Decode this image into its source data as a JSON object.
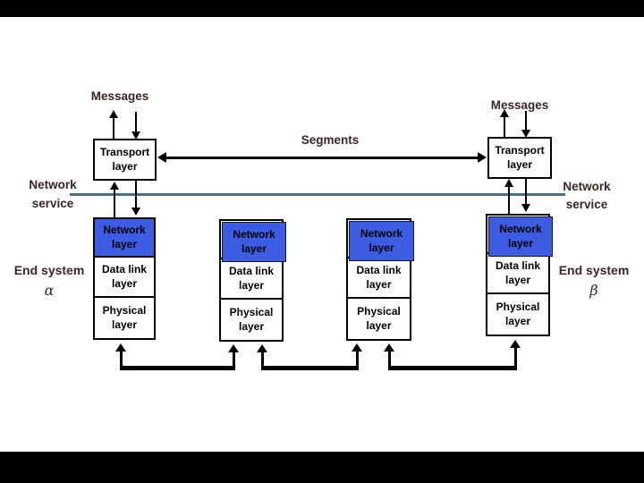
{
  "slide": {
    "messages_left": "Messages",
    "messages_right": "Messages",
    "segments": "Segments",
    "network_service_left": {
      "line1": "Network",
      "line2": "service"
    },
    "network_service_right": {
      "line1": "Network",
      "line2": "service"
    },
    "end_system_left": {
      "label": "End system",
      "symbol": "α"
    },
    "end_system_right": {
      "label": "End system",
      "symbol": "β"
    },
    "transport_left": "Transport layer",
    "transport_right": "Transport layer",
    "stacks": {
      "end_system_a": [
        "Network layer",
        "Data link layer",
        "Physical layer"
      ],
      "router_a": [
        "Network layer",
        "Data link layer",
        "Physical layer"
      ],
      "router_b": [
        "Network layer",
        "Data link layer",
        "Physical layer"
      ],
      "end_system_b": [
        "Network layer",
        "Data link layer",
        "Physical layer"
      ]
    }
  },
  "colors": {
    "network_layer_fill": "#3c5de2",
    "divider_line": "#4d7080",
    "label_text": "#3b2620",
    "box_text": "#000000",
    "letterbox": "#000000"
  }
}
